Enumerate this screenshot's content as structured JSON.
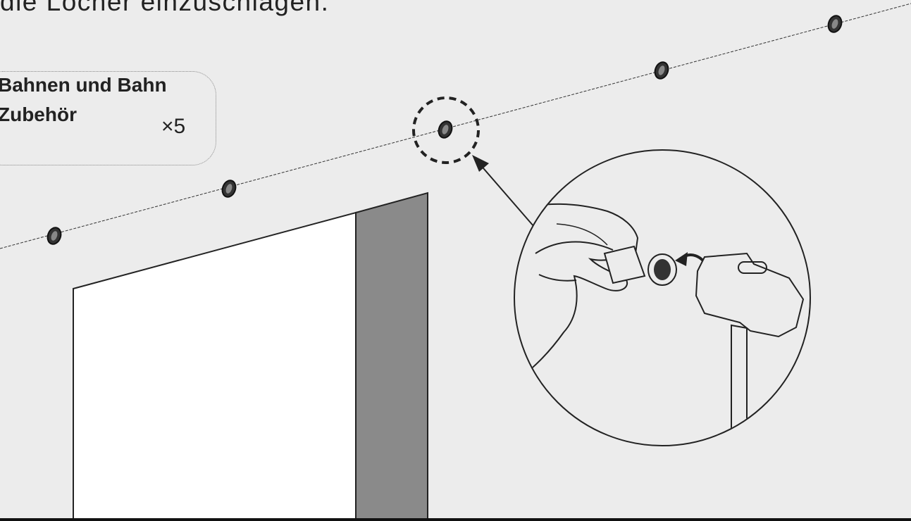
{
  "instruction": {
    "text": "die Löcher einzuschlagen."
  },
  "accessory": {
    "line1": "Bahnen und Bahn",
    "line2": "Zubehör",
    "quantity": "×5",
    "icon": "wall-anchor-icon"
  },
  "colors": {
    "background": "#ececec",
    "wall_panel": "#ffffff",
    "wall_side": "#8a8a8a",
    "line": "#222222"
  }
}
